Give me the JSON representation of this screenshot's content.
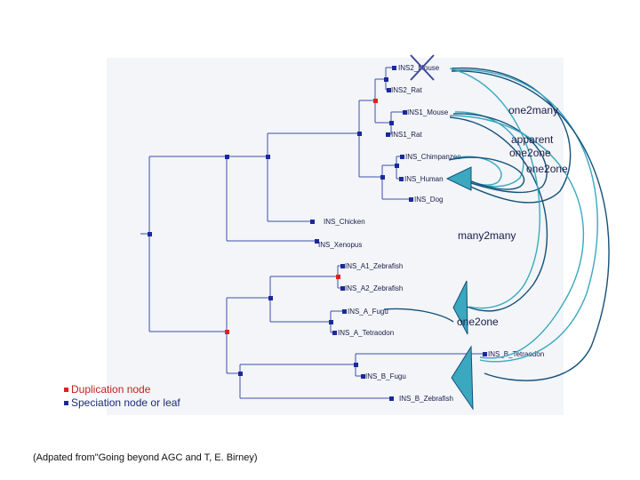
{
  "colors": {
    "duplication": "#e02020",
    "speciation": "#1a2a9a",
    "tree_line": "#3c4fb0",
    "arrow": "#3aa8bf",
    "arrow_edge": "#14507a",
    "cross": "#3d4a9a"
  },
  "leaves": {
    "ins2_mouse": "INS2_Mouse",
    "ins2_rat": "INS2_Rat",
    "ins1_mouse": "INS1_Mouse",
    "ins1_rat": "INS1_Rat",
    "ins_chimpanzee": "INS_Chimpanzee",
    "ins_human": "INS_Human",
    "ins_dog": "INS_Dog",
    "ins_chicken": "INS_Chicken",
    "ins_xenopus": "INS_Xenopus",
    "ins_a1_zebrafish": "INS_A1_Zebrafish",
    "ins_a2_zebrafish": "INS_A2_Zebrafish",
    "ins_a_fugu": "INS_A_Fugu",
    "ins_a_tetraodon": "INS_A_Tetraodon",
    "ins_b_tetraodon": "INS_B_Tetraodon",
    "ins_b_fugu": "INS_B_Fugu",
    "ins_b_zebrafish": "INS_B_Zebrafish"
  },
  "relations": {
    "one2many": "one2many",
    "apparent_1": "apparent",
    "apparent_2": "one2one",
    "one2one_upper": "one2one",
    "many2many": "many2many",
    "one2one_lower": "one2one"
  },
  "legend": {
    "duplication": "Duplication node",
    "speciation": "Speciation node or leaf"
  },
  "caption": "(Adpated from\"Going beyond AGC and T, E. Birney)"
}
